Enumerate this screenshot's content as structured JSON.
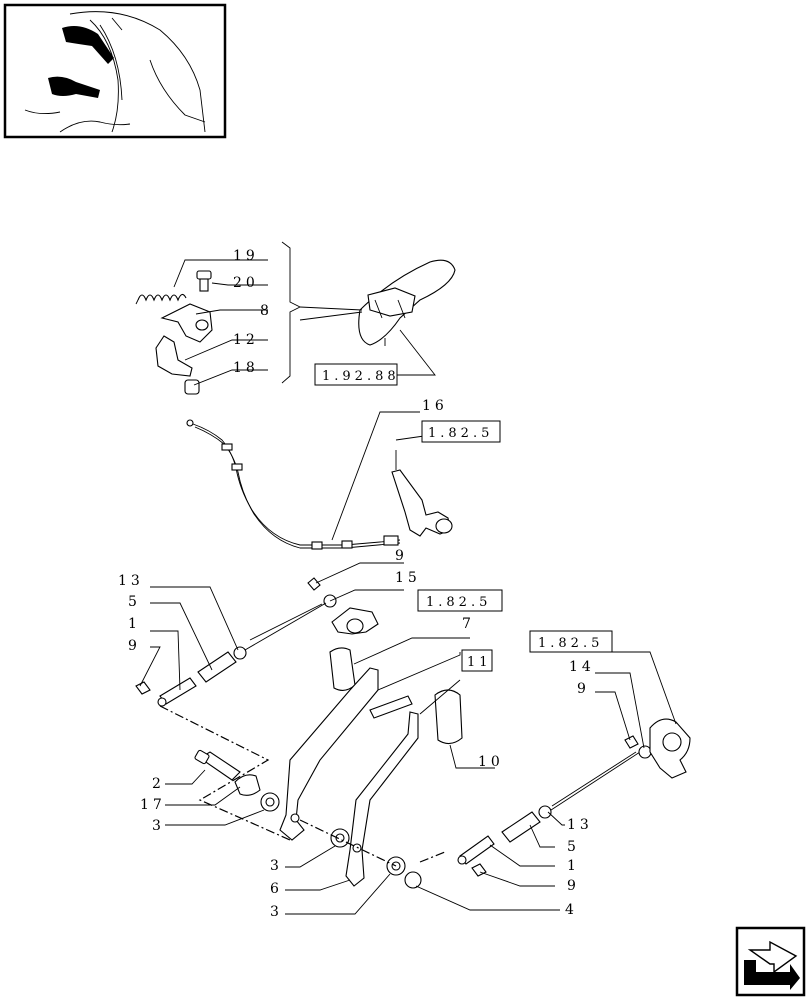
{
  "reference_boxes": [
    {
      "id": "ref-1-92-88",
      "text": "1.92.88"
    },
    {
      "id": "ref-1-82-5-a",
      "text": "1.82.5"
    },
    {
      "id": "ref-1-82-5-b",
      "text": "1.82.5"
    },
    {
      "id": "ref-1-82-5-c",
      "text": "1.82.5"
    },
    {
      "id": "ref-11",
      "text": "11"
    }
  ],
  "callouts": {
    "c19": "19",
    "c20": "20",
    "c8": "8",
    "c12": "12",
    "c18": "18",
    "c16": "16",
    "c9a": "9",
    "c15": "15",
    "c13a": "13",
    "c5a": "5",
    "c1a": "1",
    "c9b": "9",
    "c7": "7",
    "c10": "10",
    "c14": "14",
    "c9c": "9",
    "c2": "2",
    "c17": "17",
    "c3a": "3",
    "c3b": "3",
    "c6": "6",
    "c3c": "3",
    "c13b": "13",
    "c5b": "5",
    "c1b": "1",
    "c9d": "9",
    "c4": "4"
  },
  "icons": {
    "thumbnail": "tractor-cab-pedals-thumbnail-icon",
    "navigation": "next-page-arrow-icon"
  }
}
